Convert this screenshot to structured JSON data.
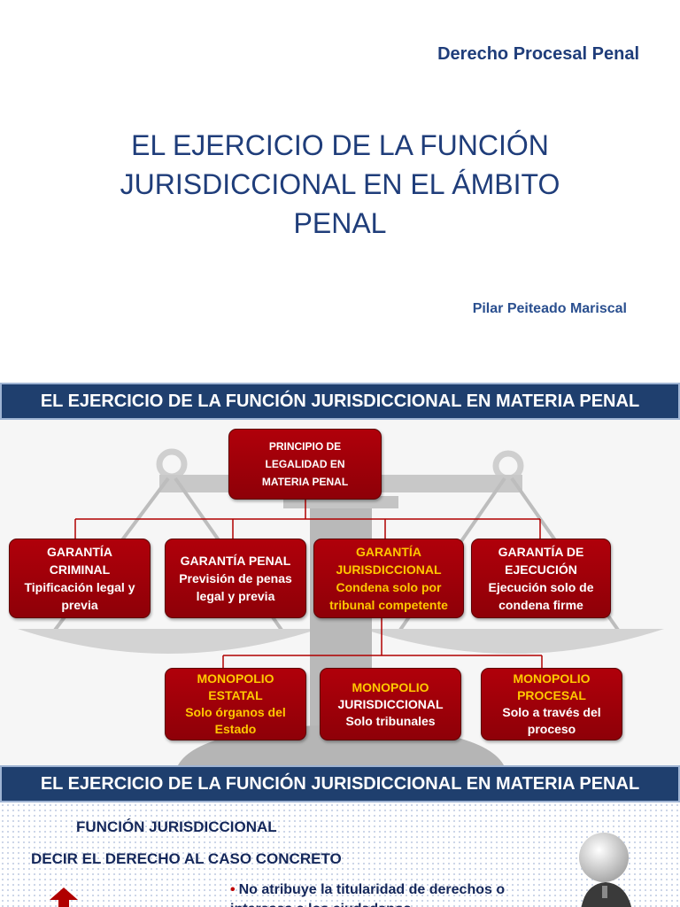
{
  "slide1": {
    "course": "Derecho Procesal Penal",
    "title_lines": [
      "EL EJERCICIO DE LA FUNCIÓN",
      "JURISDICCIONAL EN EL ÁMBITO",
      "PENAL"
    ],
    "author": "Pilar Peiteado Mariscal"
  },
  "slide2": {
    "banner": "EL EJERCICIO DE LA FUNCIÓN JURISDICCIONAL EN MATERIA PENAL",
    "root": [
      "PRINCIPIO DE",
      "LEGALIDAD EN",
      "MATERIA PENAL"
    ],
    "garantias": [
      {
        "heading": [
          "GARANTÍA",
          "CRIMINAL"
        ],
        "text": [
          "Tipificación legal y",
          "previa"
        ]
      },
      {
        "heading": [
          "GARANTÍA PENAL"
        ],
        "text": [
          "Previsión de penas",
          "legal y previa"
        ]
      },
      {
        "heading": [
          "GARANTÍA",
          "JURISDICCIONAL"
        ],
        "text": [
          "Condena solo por",
          "tribunal competente"
        ]
      },
      {
        "heading": [
          "GARANTÍA DE",
          "EJECUCIÓN"
        ],
        "text": [
          "Ejecución solo de",
          "condena firme"
        ]
      }
    ],
    "monopolios": [
      {
        "heading": [
          "MONOPOLIO",
          "ESTATAL"
        ],
        "text": [
          "Solo órganos del",
          "Estado"
        ]
      },
      {
        "heading": [
          "MONOPOLIO",
          "JURISDICCIONAL"
        ],
        "text": [
          "Solo tribunales"
        ]
      },
      {
        "heading": [
          "MONOPOLIO",
          "PROCESAL"
        ],
        "text": [
          "Solo a través del",
          "proceso"
        ]
      }
    ],
    "colors": {
      "box": "#a00008",
      "connector": "#b00000",
      "highlight": "#ffc800"
    }
  },
  "slide3": {
    "banner": "EL EJERCICIO DE LA FUNCIÓN JURISDICCIONAL EN MATERIA PENAL",
    "funcion": "FUNCIÓN JURISDICCIONAL",
    "decir": "DECIR EL DERECHO AL CASO CONCRETO",
    "bullet": "No atribuye la titularidad de derechos o intereses a los ciudadanos"
  }
}
